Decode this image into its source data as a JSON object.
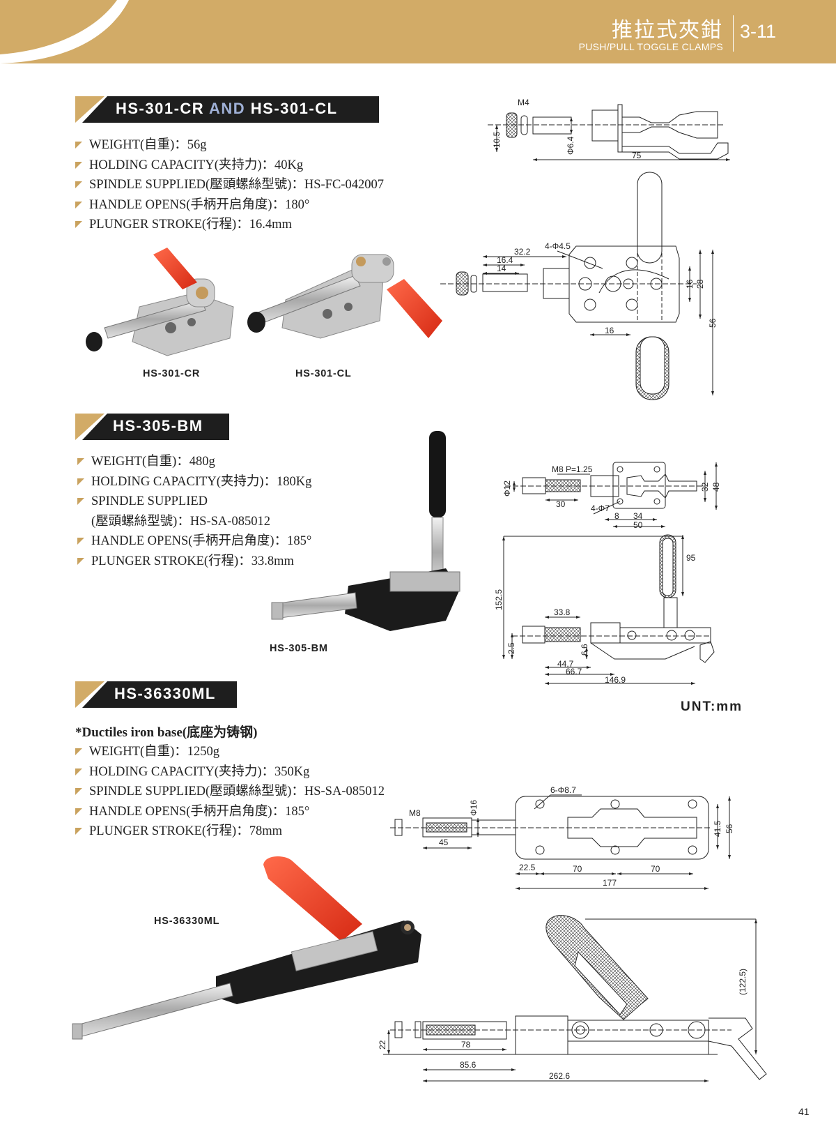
{
  "header": {
    "title_cn": "推拉式夾鉗",
    "title_en": "PUSH/PULL TOGGLE CLAMPS",
    "page_code": "3-11",
    "brand_color": "#d2ab67"
  },
  "sections": [
    {
      "title_a": "HS-301-CR",
      "title_and": "AND",
      "title_b": "HS-301-CL",
      "specs": [
        "WEIGHT(自重)：56g",
        "HOLDING CAPACITY(夹持力)：40Kg",
        "SPINDLE SUPPLIED(壓頭螺絲型號)：HS-FC-042007",
        "HANDLE OPENS(手柄开启角度)：180°",
        "PLUNGER STROKE(行程)：16.4mm"
      ],
      "photo_labels": [
        "HS-301-CR",
        "HS-301-CL"
      ],
      "dims": [
        "M4",
        "10.5",
        "Φ6.4",
        "75",
        "32.2",
        "16.4",
        "14",
        "4-Φ4.5",
        "16",
        "16",
        "28",
        "56"
      ]
    },
    {
      "title_a": "HS-305-BM",
      "specs": [
        "WEIGHT(自重)：480g",
        "HOLDING CAPACITY(夹持力)：180Kg",
        "SPINDLE SUPPLIED",
        "(壓頭螺絲型號)：HS-SA-085012",
        "HANDLE OPENS(手柄开启角度)：185°",
        "PLUNGER STROKE(行程)：33.8mm"
      ],
      "photo_labels": [
        "HS-305-BM"
      ],
      "dims": [
        "M8  P=1.25",
        "Φ12",
        "30",
        "4-Φ7",
        "8",
        "34",
        "50",
        "32",
        "48",
        "152.5",
        "95",
        "33.8",
        "2.5",
        "6.6",
        "44.7",
        "66.7",
        "146.9"
      ]
    },
    {
      "title_a": "HS-36330ML",
      "note": "*Ductiles iron base(底座为铸钢)",
      "specs": [
        "WEIGHT(自重)：1250g",
        "HOLDING CAPACITY(夹持力)：350Kg",
        "SPINDLE SUPPLIED(壓頭螺絲型號)：HS-SA-085012",
        "HANDLE OPENS(手柄开启角度)：185°",
        "PLUNGER STROKE(行程)：78mm"
      ],
      "photo_labels": [
        "HS-36330ML"
      ],
      "dims": [
        "6-Φ8.7",
        "M8",
        "Φ16",
        "45",
        "22.5",
        "70",
        "70",
        "177",
        "41.5",
        "56",
        "22",
        "78",
        "85.6",
        "262.6",
        "(122.5)"
      ]
    }
  ],
  "unit_label": "UNT:mm",
  "page_number": "41"
}
